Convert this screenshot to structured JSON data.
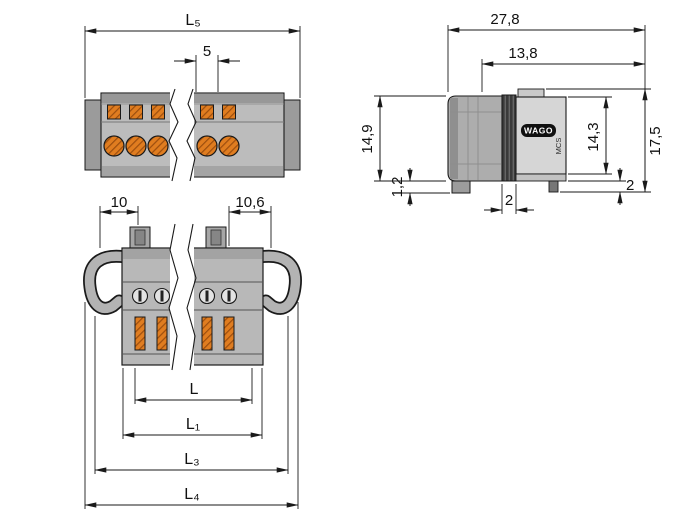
{
  "colors": {
    "housing_gray": "#b8b8b8",
    "housing_dark": "#8d8d8d",
    "housing_light": "#d6d6d6",
    "contact_orange": "#e07d20",
    "contact_hatch": "#9c4e0e",
    "outline": "#1a1a1a",
    "logo_bg": "#101010",
    "logo_text": "#ffffff",
    "background": "#ffffff"
  },
  "front_view": {
    "dim_overall_width": "L₅",
    "dim_pole_pitch": "5"
  },
  "side_view": {
    "dim_total_depth": "27,8",
    "dim_header_depth": "13,8",
    "dim_plug_height": "14,9",
    "dim_header_height": "14,3",
    "dim_total_height": "17,5",
    "dim_foot_height": "1,2",
    "dim_wall_width": "2",
    "dim_pin_length": "2",
    "logo_text": "WAGO",
    "series_text": "MCS"
  },
  "flange_view": {
    "dim_flange_left": "10",
    "dim_flange_right": "10,6",
    "dim_l": "L",
    "dim_l1": "L₁",
    "dim_l3": "L₃",
    "dim_l4": "L₄"
  }
}
